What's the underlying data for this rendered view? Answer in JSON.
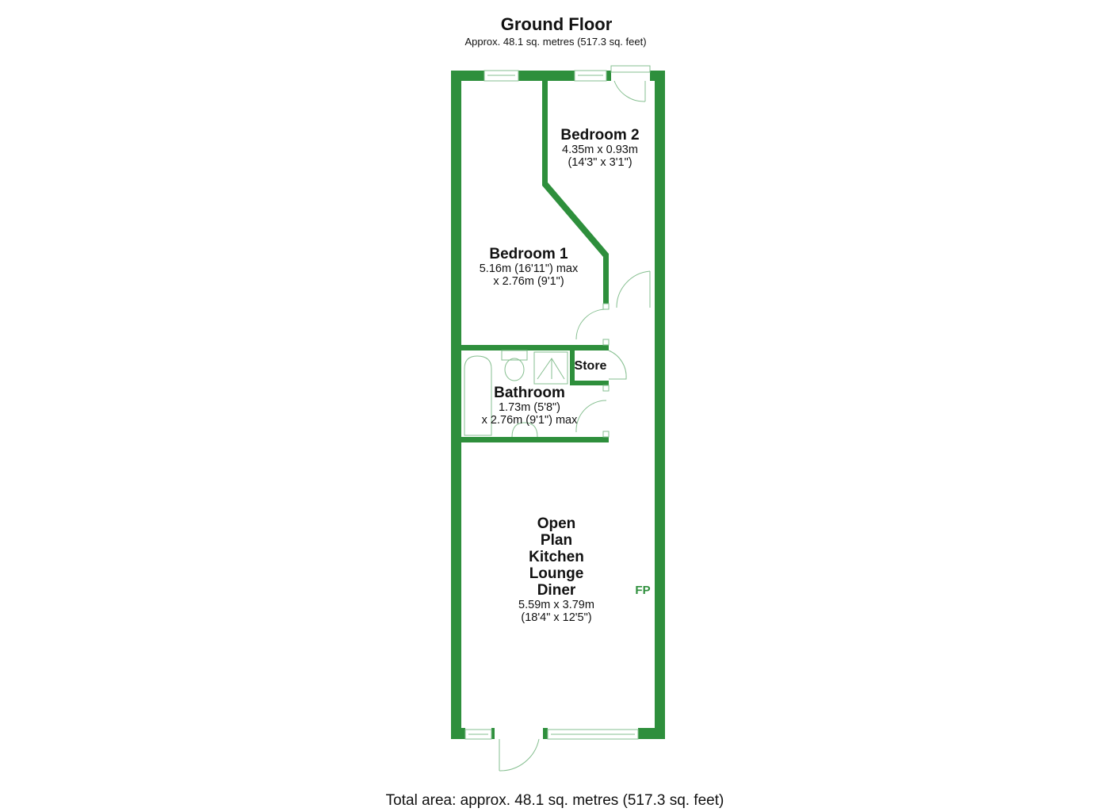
{
  "header": {
    "title": "Ground Floor",
    "subtitle": "Approx. 48.1 sq. metres (517.3 sq. feet)"
  },
  "rooms": [
    {
      "name": "Bedroom 2",
      "dims": [
        "4.35m x 0.93m",
        "(14'3\" x 3'1\")"
      ]
    },
    {
      "name": "Bedroom 1",
      "dims": [
        "5.16m (16'11\") max",
        "x 2.76m (9'1\")"
      ]
    },
    {
      "name": "Store",
      "dims": []
    },
    {
      "name": "Bathroom",
      "dims": [
        "1.73m (5'8\")",
        "x 2.76m (9'1\") max"
      ]
    },
    {
      "name": "Open Plan Kitchen Lounge Diner",
      "name_lines": [
        "Open",
        "Plan",
        "Kitchen",
        "Lounge",
        "Diner"
      ],
      "dims": [
        "5.59m x 3.79m",
        "(18'4\" x 12'5\")"
      ]
    }
  ],
  "fp_label": "FP",
  "footer": {
    "total": "Total area: approx. 48.1 sq. metres (517.3 sq. feet)"
  },
  "colors": {
    "wall": "#2e8f3c",
    "fixture": "#86bf90",
    "fp": "#2e8f3c"
  }
}
